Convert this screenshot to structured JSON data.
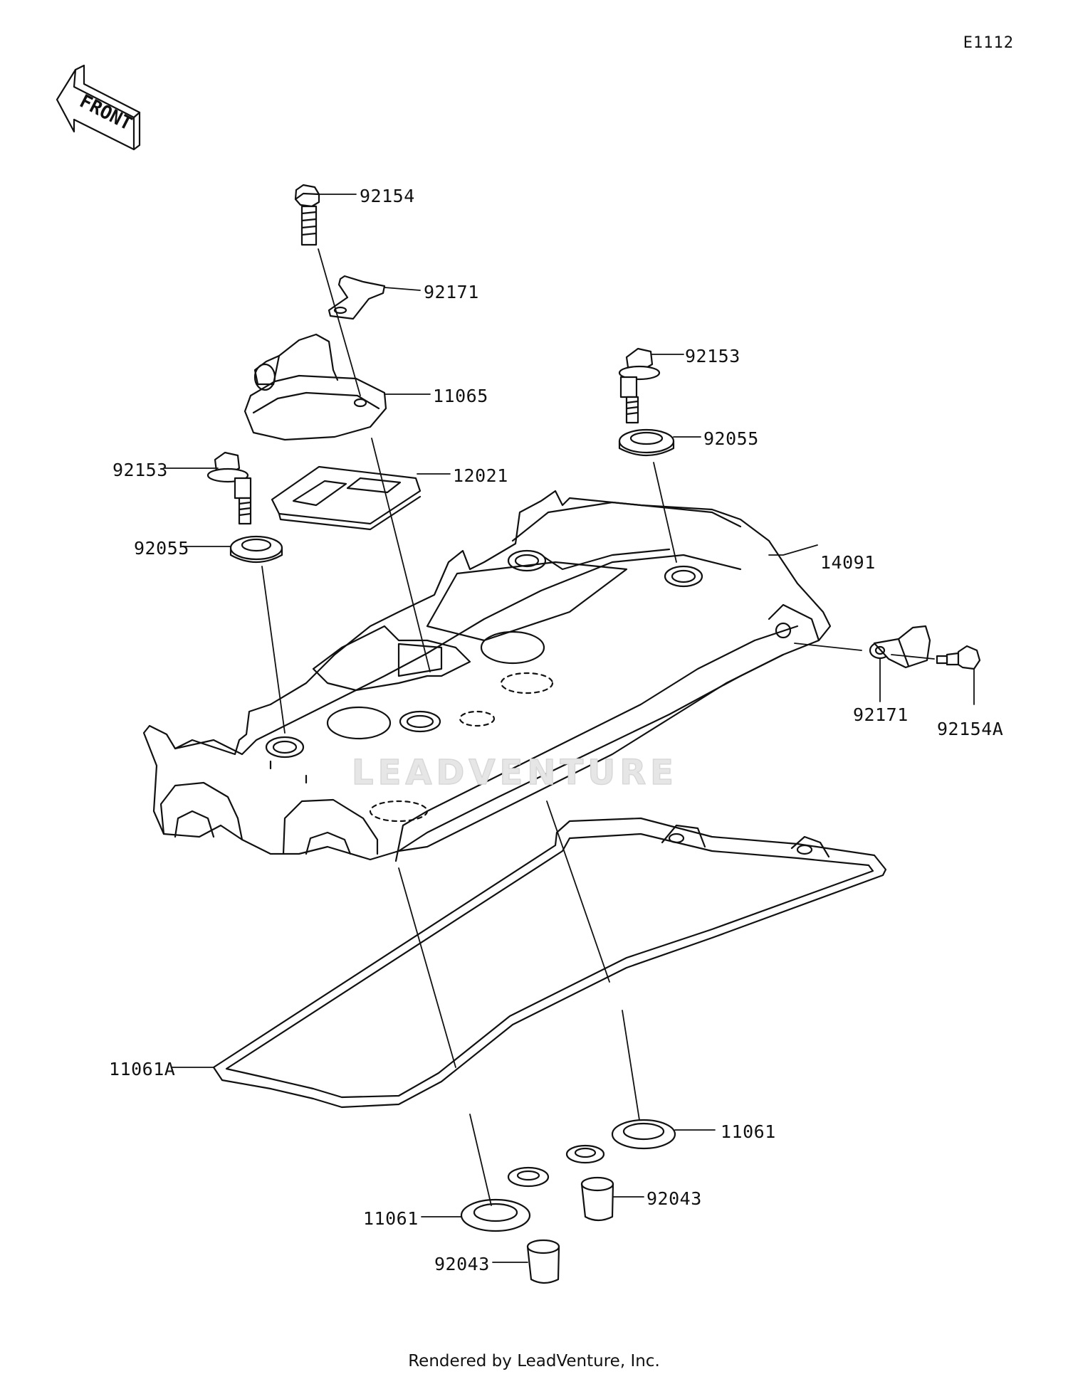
{
  "diagram_code": "E1112",
  "front_label": "FRONT",
  "watermark": "LEADVENTURE",
  "footer": "Rendered by LeadVenture, Inc.",
  "parts": [
    {
      "id": "p1",
      "number": "92154"
    },
    {
      "id": "p2",
      "number": "92171"
    },
    {
      "id": "p3",
      "number": "92153"
    },
    {
      "id": "p4",
      "number": "11065"
    },
    {
      "id": "p5",
      "number": "92055"
    },
    {
      "id": "p6",
      "number": "92153"
    },
    {
      "id": "p7",
      "number": "12021"
    },
    {
      "id": "p8",
      "number": "92055"
    },
    {
      "id": "p9",
      "number": "14091"
    },
    {
      "id": "p10",
      "number": "92171"
    },
    {
      "id": "p11",
      "number": "92154A"
    },
    {
      "id": "p12",
      "number": "11061A"
    },
    {
      "id": "p13",
      "number": "11061"
    },
    {
      "id": "p14",
      "number": "92043"
    },
    {
      "id": "p15",
      "number": "11061"
    },
    {
      "id": "p16",
      "number": "92043"
    }
  ]
}
